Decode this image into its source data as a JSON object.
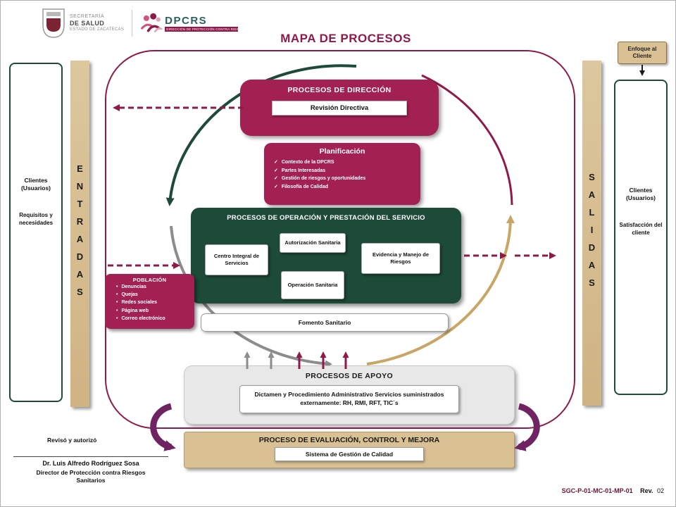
{
  "logo": {
    "secretaria": "SECRETARÍA",
    "de_salud": "DE SALUD",
    "estado": "ESTADO DE ZACATECAS",
    "dpcrs": "DPCRS",
    "dpcrs_caption": "DIRECCIÓN DE PROTECCIÓN CONTRA RIESGOS SANITARIOS"
  },
  "title": "MAPA DE PROCESOS",
  "enfoque": {
    "label": "Enfoque al Cliente"
  },
  "left_panel": {
    "title": "Clientes (Usuarios)",
    "subtitle": "Requisitos y necesidades"
  },
  "right_panel": {
    "title": "Clientes (Usuarios)",
    "subtitle": "Satisfacción del cliente"
  },
  "entradas": "ENTRADAS",
  "salidas": "SALIDAS",
  "direccion": {
    "title": "PROCESOS DE DIRECCIÓN",
    "item": "Revisión Directiva"
  },
  "planificacion": {
    "title": "Planificación",
    "bullet": "✓",
    "items": [
      "Contexto de la DPCRS",
      "Partes Interesadas",
      "Gestión de riesgos y oportunidades",
      "Filosofía de Calidad"
    ]
  },
  "operacion": {
    "title": "PROCESOS DE OPERACIÓN Y PRESTACIÓN DEL SERVICIO",
    "items": [
      "Centro Integral de Servicios",
      "Autorización Sanitaria",
      "Operación Sanitaria",
      "Evidencia y Manejo de Riesgos"
    ]
  },
  "fomento": "Fomento Sanitario",
  "poblacion": {
    "title": "POBLACIÓN",
    "bullet": "•",
    "items": [
      "Denuncias",
      "Quejas",
      "Redes sociales",
      "Página web",
      "Correo electrónico"
    ]
  },
  "apoyo": {
    "title": "PROCESOS DE APOYO",
    "item": "Dictamen y Procedimiento Administrativo Servicios suministrados externamente: RH, RMI, RFT, TIC´s"
  },
  "evaluacion": {
    "title": "PROCESO DE EVALUACIÓN,  CONTROL Y MEJORA",
    "item": "Sistema de Gestión de Calidad"
  },
  "signature": {
    "label": "Revisó y autorizó",
    "name": "Dr. Luis Alfredo Rodríguez Sosa",
    "role": "Director de Protección contra Riesgos Sanitarios"
  },
  "footer": {
    "code": "SGC-P-01-MC-01-MP-01",
    "rev_label": "Rev.",
    "rev_value": "02"
  },
  "colors": {
    "maroon": "#a32052",
    "dark_maroon": "#8f1a4a",
    "dark_green": "#1d4a39",
    "tan": "#d9c194",
    "gray_box": "#e9e8e8",
    "purple_arrow": "#702363",
    "tan_arc": "#c9a665",
    "gray_arc": "#8c8c8c"
  }
}
